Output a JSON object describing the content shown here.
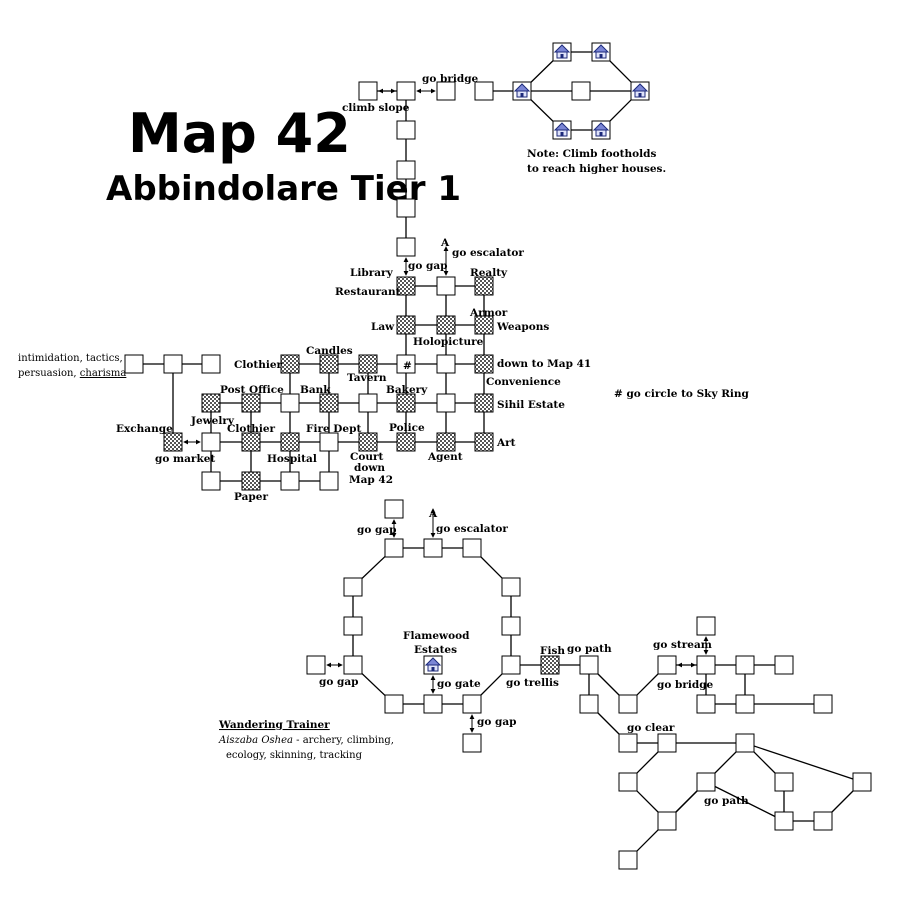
{
  "map": {
    "title": "Map 42",
    "subtitle": "Abbindolare Tier 1",
    "note": [
      "Note: Climb footholds",
      "to reach higher houses."
    ],
    "sky_ring": "# go circle to Sky Ring",
    "trainer_heading": "Wandering Trainer",
    "trainer_name": "Aiszaba Oshea",
    "trainer_skills_1": " - archery, climbing,",
    "trainer_skills_2": "ecology, skinning, tracking",
    "skills_note": [
      "intimidation, tactics,",
      "persuasion, "
    ],
    "skills_note_underlined": "charisma"
  },
  "labels": {
    "climb_slope": "climb slope",
    "go_bridge_top": "go bridge",
    "go_gap_1": "go gap",
    "a_1": "A",
    "go_escalator_1": "go escalator",
    "library": "Library",
    "restaurant": "Restaurant",
    "realty": "Realty",
    "armor": "Armor",
    "weapons": "Weapons",
    "law": "Law",
    "holopicture": "Holopicture",
    "candles": "Candles",
    "clothier_1": "Clothier",
    "hash": "#",
    "tavern": "Tavern",
    "down_map41": "down to Map 41",
    "convenience": "Convenience",
    "post_office": "Post Office",
    "bank": "Bank",
    "bakery": "Bakery",
    "sihil_estate": "Sihil Estate",
    "jewelry": "Jewelry",
    "exchange": "Exchange",
    "clothier_2": "Clothier",
    "fire_dept": "Fire Dept",
    "police": "Police",
    "art": "Art",
    "go_market": "go market",
    "hospital": "Hospital",
    "court": "Court",
    "agent": "Agent",
    "down_map42_a": "down",
    "down_map42_b": "Map 42",
    "paper": "Paper",
    "go_gap_2": "go gap",
    "a_2": "A",
    "go_escalator_2": "go escalator",
    "flamewood_a": "Flamewood",
    "flamewood_b": "Estates",
    "go_gap_3": "go gap",
    "go_gate": "go gate",
    "go_trellis": "go trellis",
    "fish": "Fish",
    "go_path_1": "go path",
    "go_stream": "go stream",
    "go_bridge_2": "go bridge",
    "go_gap_4": "go gap",
    "go_clear": "go clear",
    "go_path_2": "go path"
  }
}
